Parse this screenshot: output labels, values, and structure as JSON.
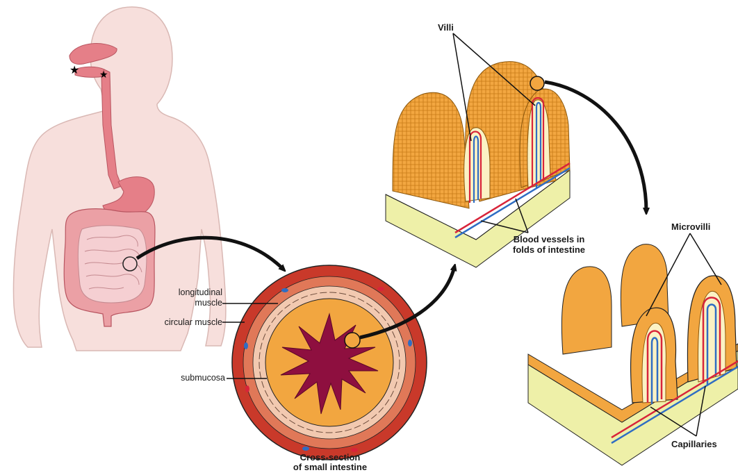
{
  "labels": {
    "villi": "Villi",
    "blood_vessels_line1": "Blood vessels in",
    "blood_vessels_line2": "folds of intestine",
    "microvilli": "Microvilli",
    "capillaries": "Capillaries",
    "longitudinal_line1": "longitudinal",
    "longitudinal_line2": "muscle",
    "circular_muscle": "circular muscle",
    "submucosa": "submucosa",
    "cross_section_line1": "Cross-section",
    "cross_section_line2": "of small intestine"
  },
  "colors": {
    "body_fill": "#f7dfdc",
    "body_stroke": "#d9b8b4",
    "digestive_pink": "#e57f88",
    "large_intestine": "#eba0a5",
    "small_intestine": "#f5cfd2",
    "villi_orange": "#f2a640",
    "villi_core": "#fbf2c4",
    "tissue_yellow": "#eef0a8",
    "muscle_red": "#c9392a",
    "submucosa_pink": "#f2c9b0",
    "lumen_maroon": "#8e0f3f",
    "vessel_red": "#d8243a",
    "vessel_blue": "#2f6dc3"
  }
}
